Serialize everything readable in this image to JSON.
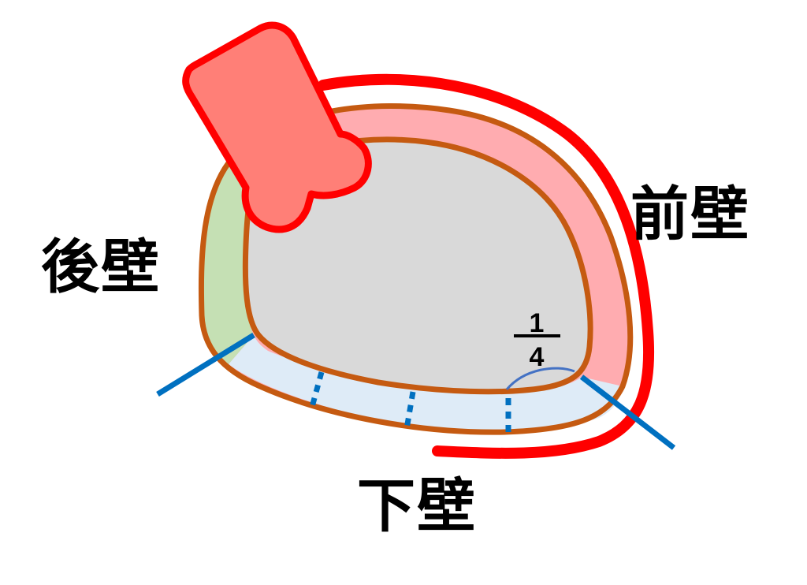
{
  "diagram": {
    "type": "heart-wall-cross-section",
    "labels": {
      "posterior": "後壁",
      "anterior": "前壁",
      "inferior": "下壁"
    },
    "fraction": {
      "numerator": "1",
      "denominator": "4"
    },
    "colors": {
      "outer_outline": "#FF0000",
      "probe_fill": "#FF7F77",
      "wall_outline": "#C55A11",
      "anterior_fill": "#FFACB0",
      "posterior_fill": "#C5E0B4",
      "inferior_fill": "#DEEBF7",
      "cavity_fill": "#D9D9D9",
      "divider_line": "#0070C0",
      "arc": "#4472C4"
    }
  }
}
